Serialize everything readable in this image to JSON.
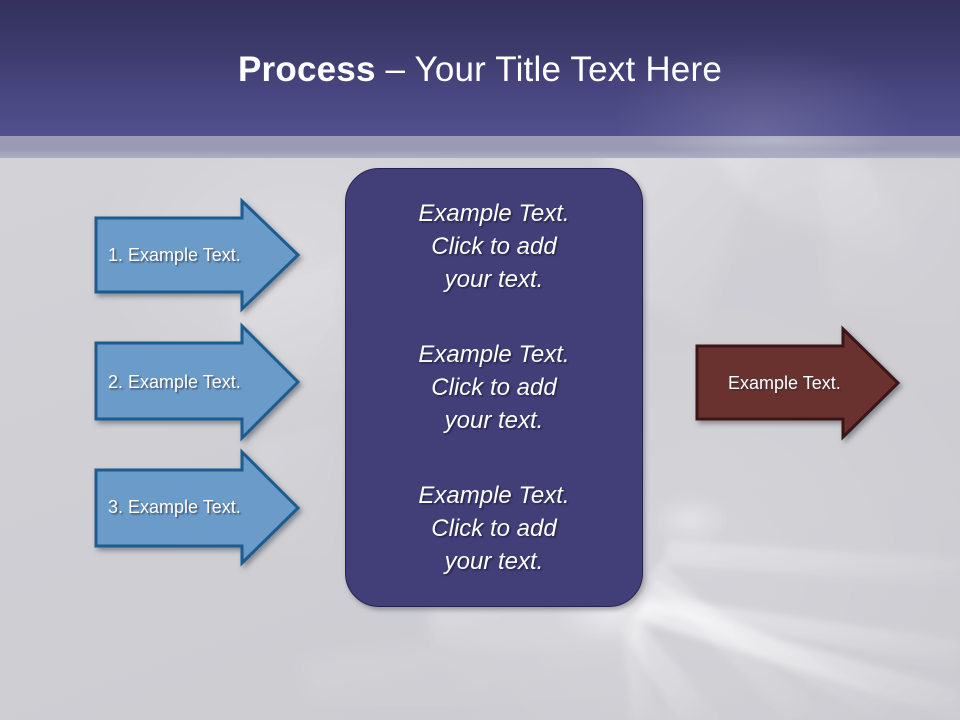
{
  "slide": {
    "title_bold": "Process",
    "title_rest": " – Your Title Text Here",
    "background_color": "#d0d0d5",
    "header_color_top": "#33315c",
    "header_color_bottom": "#514f8d",
    "accent_band_color": "#9a9ab4"
  },
  "steps": {
    "arrow_fill": "#6a9bc9",
    "arrow_border": "#1f5c8e",
    "items": [
      {
        "label": "1. Example Text."
      },
      {
        "label": "2. Example Text."
      },
      {
        "label": "3. Example Text."
      }
    ]
  },
  "center": {
    "fill": "#413e78",
    "border": "#262350",
    "paragraphs": [
      "Example Text.\nClick  to add\nyour text.",
      "Example Text.\nClick  to add\nyour text.",
      "Example Text.\nClick  to add\nyour text."
    ]
  },
  "result": {
    "fill": "#6a322f",
    "border": "#3a1614",
    "label": "Example Text."
  }
}
